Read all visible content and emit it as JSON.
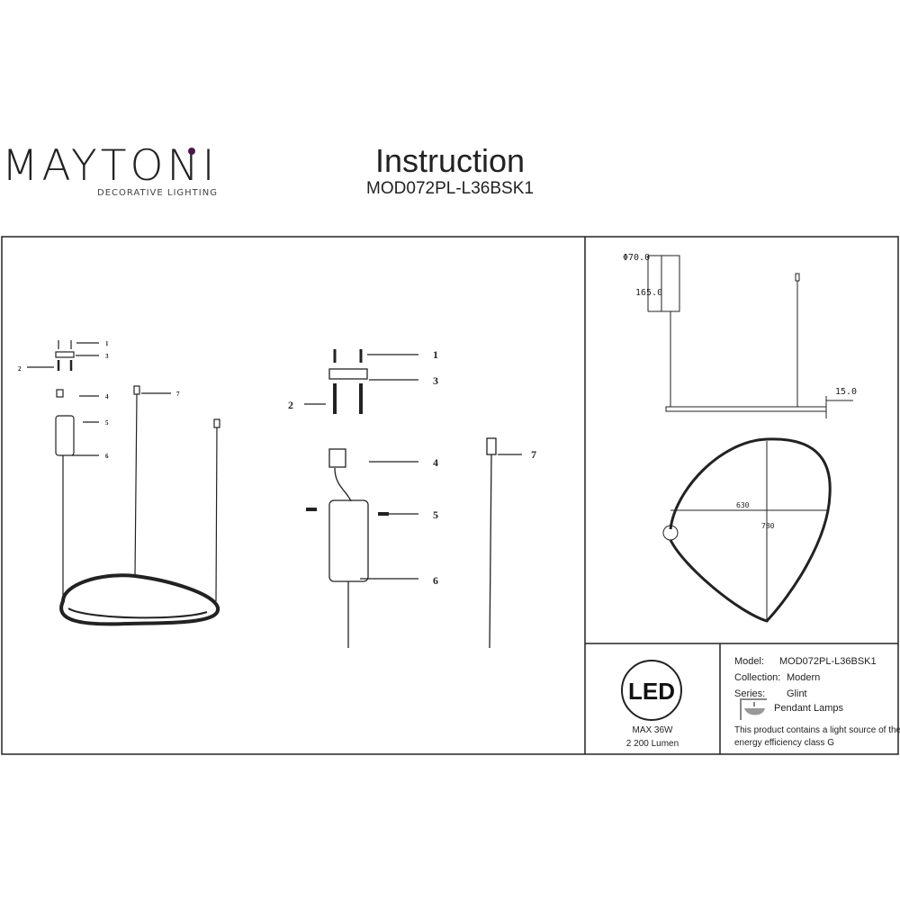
{
  "brand": {
    "name": "MAYTONI",
    "tagline": "DECORATIVE LIGHTING",
    "accent": "#4a1a4a"
  },
  "header": {
    "title": "Instruction",
    "model": "MOD072PL-L36BSK1"
  },
  "parts_small": [
    "1",
    "2",
    "3",
    "4",
    "5",
    "6",
    "7"
  ],
  "parts_large": [
    "1",
    "2",
    "3",
    "4",
    "5",
    "6",
    "7"
  ],
  "dimensions": {
    "canopy_diameter": "Φ70.0",
    "canopy_height": "165.0",
    "ring_thickness": "15.0",
    "ring_width": "630",
    "ring_height": "780"
  },
  "led_badge": {
    "icon_text": "LED",
    "power": "MAX 36W",
    "lumen": "2 200 Lumen"
  },
  "info": {
    "model_label": "Model:",
    "model_value": "MOD072PL-L36BSK1",
    "collection_label": "Collection:",
    "collection_value": "Modern",
    "series_label": "Series:",
    "series_value": "Glint",
    "category": "Pendant Lamps",
    "energy_note_1": "This product contains a light source of the",
    "energy_note_2": "energy efficiency class G"
  }
}
